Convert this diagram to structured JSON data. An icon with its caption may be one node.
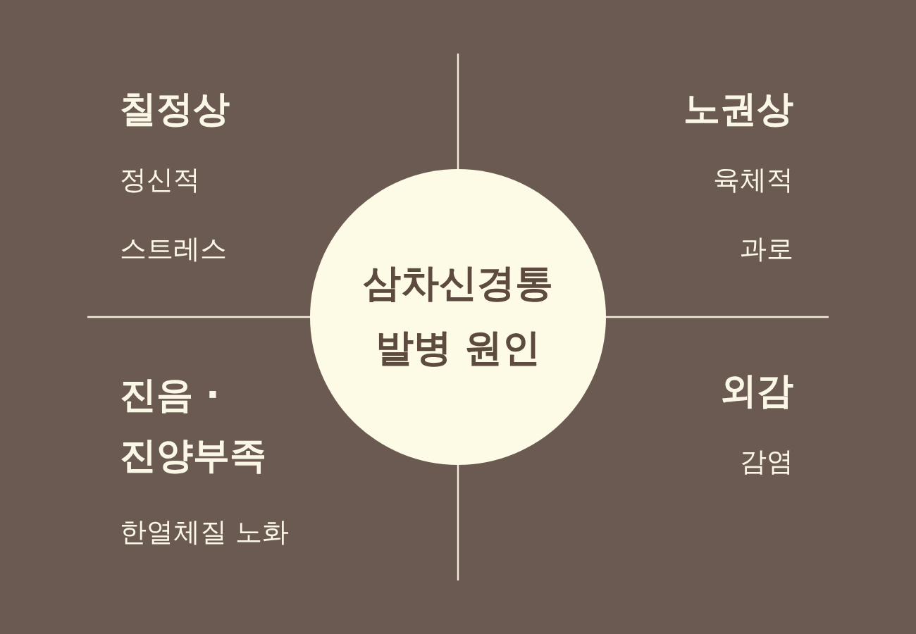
{
  "diagram": {
    "nodes": [
      {
        "text": [
          "삼차신경통 발병 원인"
        ]
      }
    ],
    "labels": [
      "칠정상",
      "정신적 스트레스",
      "노권상",
      "육체적 과로",
      "진음 · 진양부족",
      "한열체질 노화",
      "외감",
      "감염"
    ]
  }
}
